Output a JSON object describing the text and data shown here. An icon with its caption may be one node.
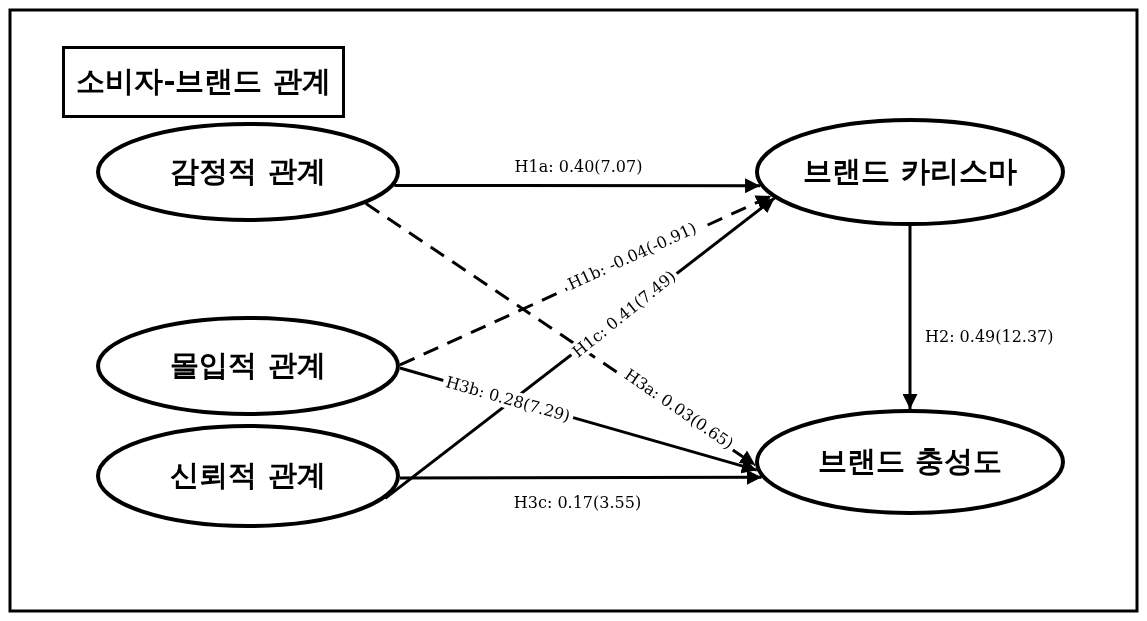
{
  "diagram": {
    "nodes": [
      {
        "text": [
          "소비자-브랜드 관계"
        ]
      },
      {
        "text": [
          "감정적 관계"
        ]
      },
      {
        "text": [
          "몰입적 관계"
        ]
      },
      {
        "text": [
          "신뢰적 관계"
        ]
      },
      {
        "text": [
          "브랜드 카리스마"
        ]
      },
      {
        "text": [
          "브랜드 충성도"
        ]
      }
    ],
    "edges": [
      {
        "from": 1,
        "to": 4,
        "arrow": "to",
        "label": "H1a: 0.40(7.07)"
      },
      {
        "from": 2,
        "to": 4,
        "arrow": "to",
        "label": "H1b: -0.04(-0.91)",
        "style": "dashed"
      },
      {
        "from": 3,
        "to": 4,
        "arrow": "to",
        "label": "H1c: 0.41(7.49)"
      },
      {
        "from": 4,
        "to": 5,
        "arrow": "to",
        "label": "H2: 0.49(12.37)"
      },
      {
        "from": 1,
        "to": 5,
        "arrow": "to",
        "label": "H3a: 0.03(0.65)",
        "style": "dashed"
      },
      {
        "from": 2,
        "to": 5,
        "arrow": "to",
        "label": "H3b: 0.28(7.29)"
      },
      {
        "from": 3,
        "to": 5,
        "arrow": "to",
        "label": "H3c: 0.17(3.55)"
      }
    ]
  }
}
